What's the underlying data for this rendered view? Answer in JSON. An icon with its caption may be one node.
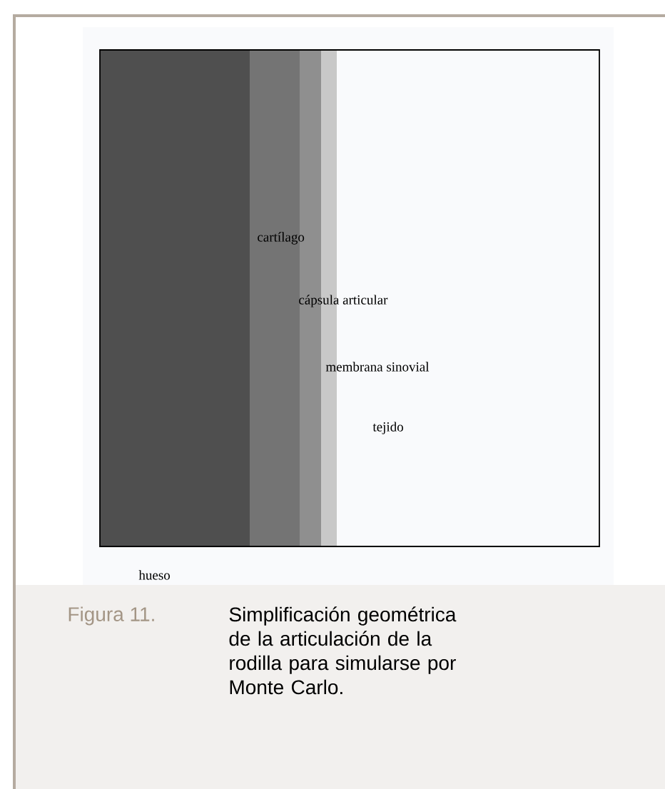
{
  "diagram": {
    "caption": "Simplificación geométrica de la articulación de la rodilla para simularse por Monte Carlo.",
    "labels": [
      "cartílago",
      "cápsula articular",
      "membrana sinovial",
      "tejido",
      "hueso",
      "Figura 11."
    ]
  }
}
